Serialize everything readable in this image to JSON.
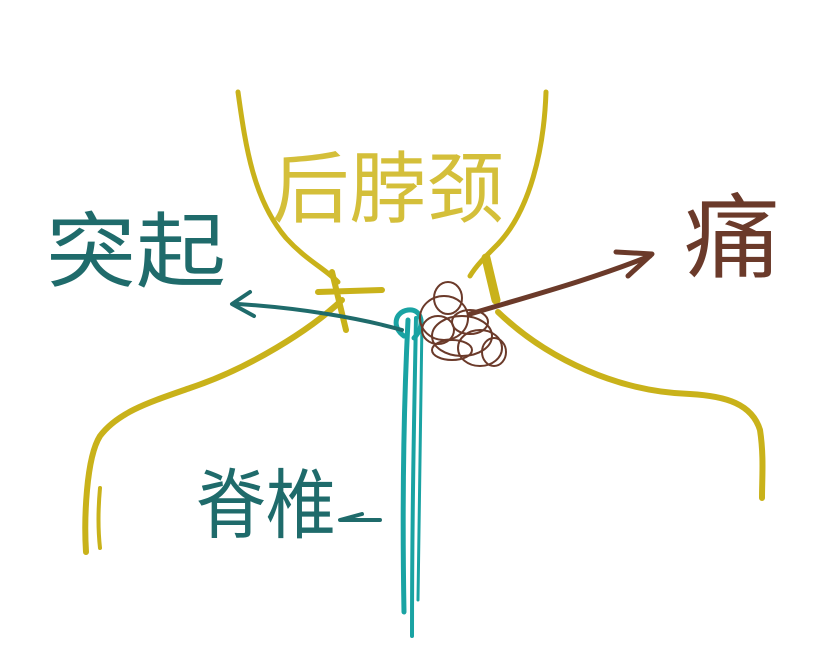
{
  "labels": {
    "neck": "后脖颈",
    "bulge": "突起",
    "pain": "痛",
    "spine": "脊椎"
  },
  "colors": {
    "body_outline": "#c9b21a",
    "label_teal": "#1f6b6b",
    "spine_teal": "#1aa3a3",
    "pain_brown": "#6b3a2a",
    "neck_label": "#d4bf3a"
  }
}
